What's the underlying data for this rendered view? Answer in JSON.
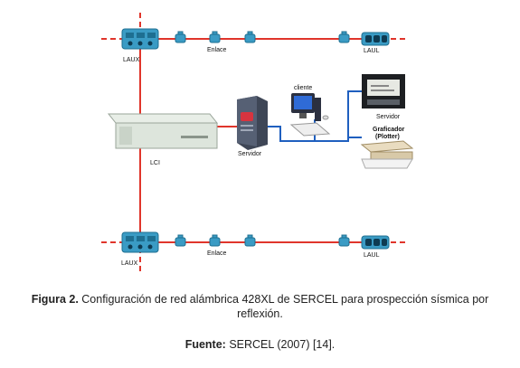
{
  "diagram": {
    "labels": {
      "laux_top": "LAUX",
      "enlace_top": "Enlace",
      "laul_top": "LAUL",
      "cliente": "cliente",
      "servidor_right": "Servidor",
      "graficador_line1": "Graficador",
      "graficador_line2": "(Plotter)",
      "servidor_center": "Servidor",
      "lci": "LCI",
      "laux_bottom": "LAUX",
      "enlace_bottom": "Enlace",
      "laul_bottom": "LAUL"
    },
    "colors": {
      "field_line": "#e0352b",
      "network_line": "#1f5fbf",
      "module": "#3a9bc4",
      "module_dark": "#1e6f91"
    }
  },
  "caption": {
    "figure_label": "Figura 2.",
    "figure_text_line1": "Configuración de red alámbrica 428XL de SERCEL para prospección sísmica por",
    "figure_text_line2": "reflexión.",
    "source_label": "Fuente:",
    "source_text": "SERCEL (2007) [14]."
  }
}
